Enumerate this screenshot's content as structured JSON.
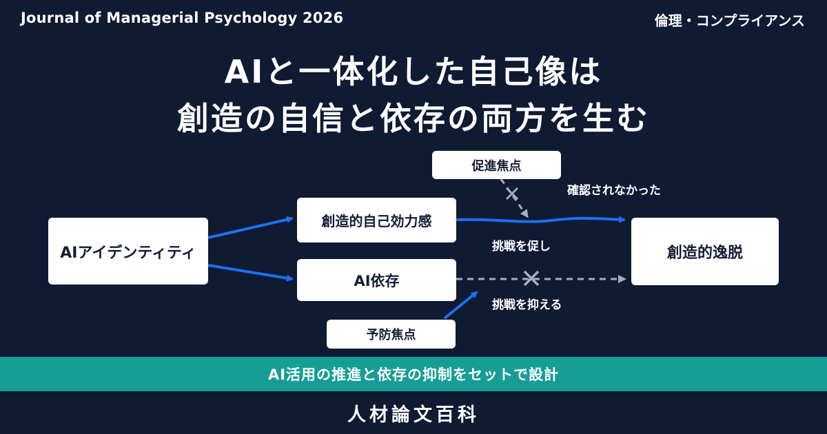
{
  "header": {
    "journal": "Journal of Managerial Psychology 2026",
    "category": "倫理・コンプライアンス"
  },
  "title": {
    "line1": "AIと一体化した自己像は",
    "line2": "創造の自信と依存の両方を生む"
  },
  "diagram": {
    "nodes": {
      "ai_identity": "AIアイデンティティ",
      "self_efficacy": "創造的自己効力感",
      "ai_dependence": "AI依存",
      "creative_deviance": "創造的逸脱",
      "promotion_focus": "促進焦点",
      "prevention_focus": "予防焦点"
    },
    "edge_labels": {
      "not_confirmed": "確認されなかった",
      "promotes_challenge": "挑戦を促し",
      "suppresses_challenge": "挑戦を抑える"
    },
    "colors": {
      "arrow": "#1f6ff2",
      "dashed": "#a8adb8",
      "node": "#ffffff"
    }
  },
  "banner": "AI活用の推進と依存の抑制をセットで設計",
  "footer": "人材論文百科"
}
